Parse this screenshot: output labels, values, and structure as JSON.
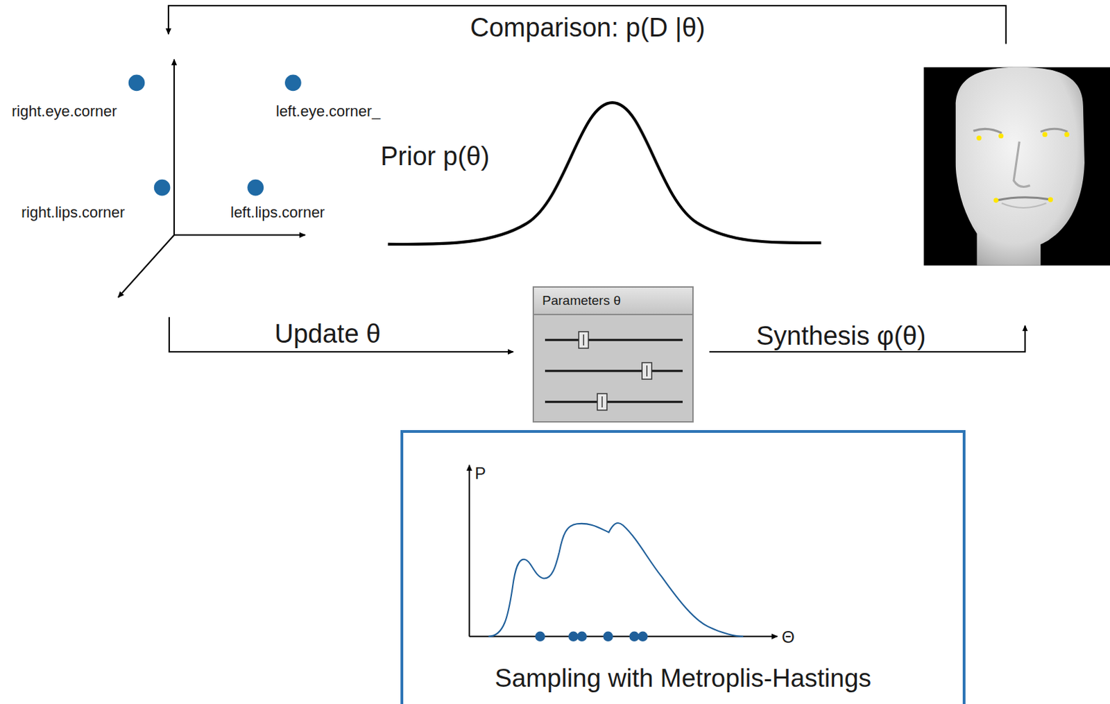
{
  "diagram": {
    "nodes": [
      {
        "text": [
          "Parameters θ"
        ]
      },
      {
        "text": [
          "Sampling with Metroplis-Hastings"
        ]
      }
    ],
    "labels": [
      "Comparison: p(D |θ)",
      "right.eye.corner",
      "left.eye.corner_",
      "right.lips.corner",
      "left.lips.corner",
      "Prior p(θ)",
      "Update θ",
      "Synthesis φ(θ)",
      "P",
      "Θ"
    ]
  }
}
